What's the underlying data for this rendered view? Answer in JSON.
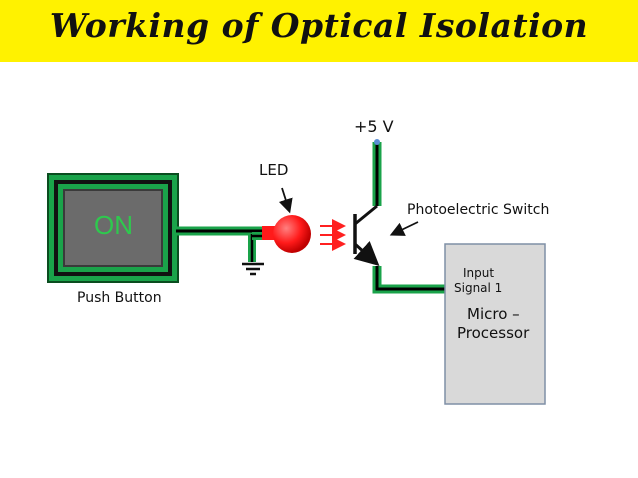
{
  "title": "Working of Optical  Isolation",
  "labels": {
    "supply": "+5 V",
    "led": "LED",
    "photo_switch": "Photoelectric Switch",
    "push_button": "Push Button",
    "button_state": "ON",
    "input_line1": "Input",
    "input_line2": "Signal  1",
    "micro_line1": "Micro –",
    "micro_line2": "Processor"
  },
  "colors": {
    "title_bg": "#fff200",
    "wire_outer": "#1aa34a",
    "wire_inner": "#000000",
    "led": "#ff1a1a",
    "light_arrows": "#ff2020",
    "button_face": "#6b6b6b",
    "button_text": "#2ec94e",
    "processor_box": "#d9d9d9"
  },
  "icons": [
    "ground-icon",
    "led-bulb-icon",
    "phototransistor-icon",
    "light-arrows-icon",
    "pointer-arrow-icon"
  ]
}
